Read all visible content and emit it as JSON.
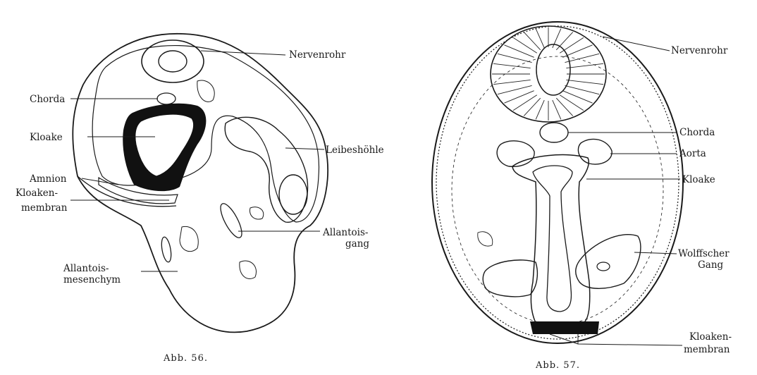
{
  "figures": [
    {
      "caption": "Abb. 56.",
      "labels": {
        "nervenrohr": "Nervenrohr",
        "chorda": "Chorda",
        "kloake": "Kloake",
        "leibeshoehle": "Leibeshöhle",
        "amnion": "Amnion",
        "kloakenmembran_1": "Kloaken-",
        "kloakenmembran_2": "membran",
        "allantoisgang_1": "Allantois-",
        "allantoisgang_2": "gang",
        "allantoismesenchym_1": "Allantois-",
        "allantoismesenchym_2": "mesenchym"
      }
    },
    {
      "caption": "Abb. 57.",
      "labels": {
        "nervenrohr": "Nervenrohr",
        "chorda": "Chorda",
        "aorta": "Aorta",
        "kloake": "Kloake",
        "wolffscher_1": "Wolffscher",
        "wolffscher_2": "Gang",
        "kloakenmembran_1": "Kloaken-",
        "kloakenmembran_2": "membran"
      }
    }
  ]
}
